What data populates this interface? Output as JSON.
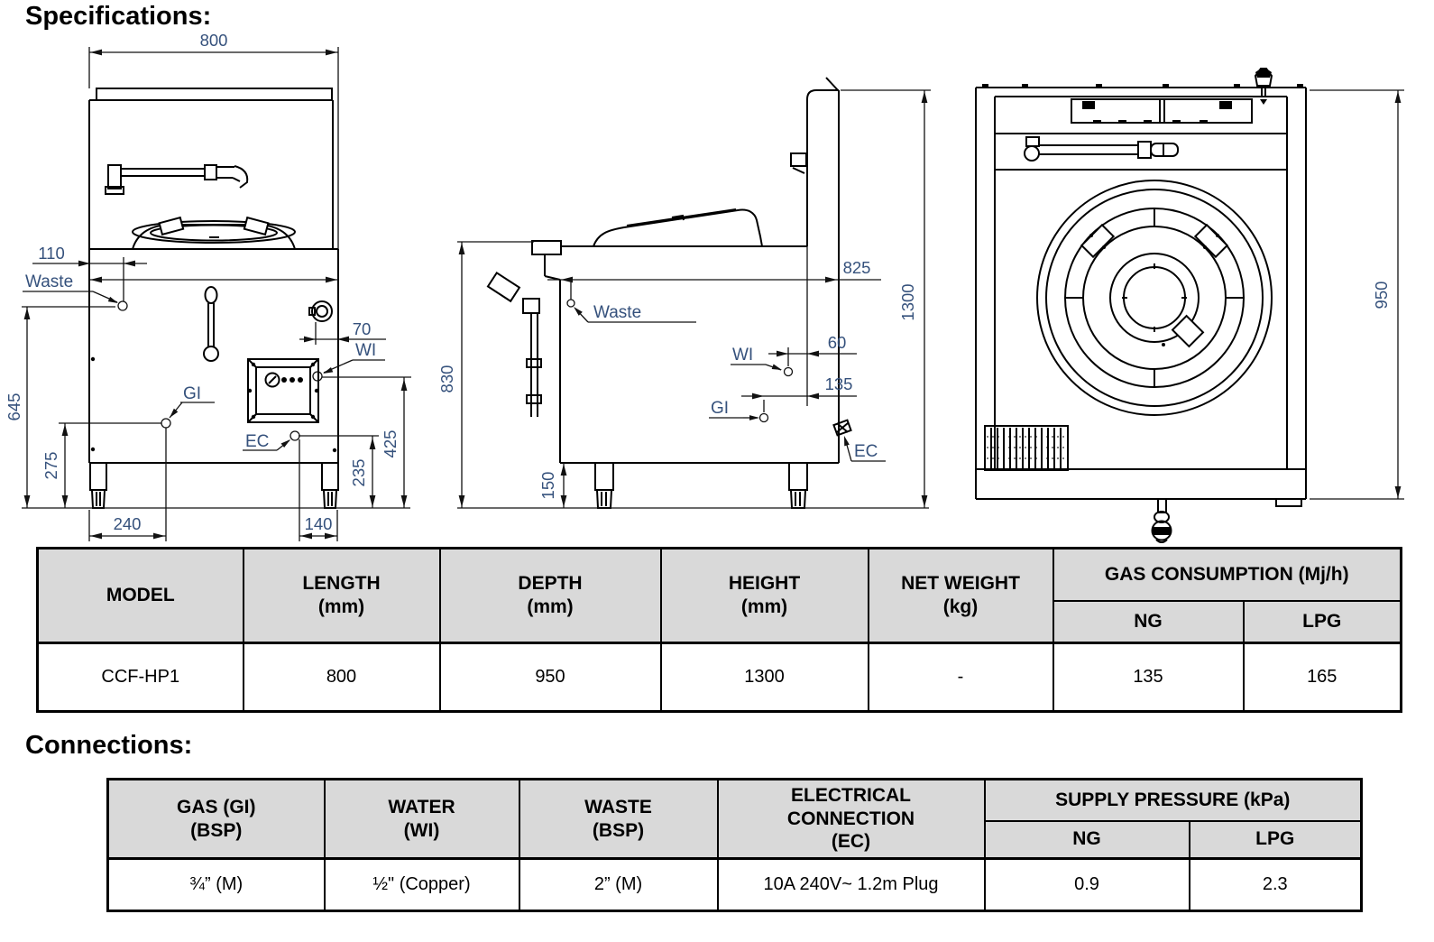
{
  "page": {
    "spec_heading": "Specifications:",
    "conn_heading": "Connections:"
  },
  "drawings": {
    "front": {
      "dims": {
        "width": "800",
        "waste_offset": "110",
        "overall_height": "645",
        "lower_height": "275",
        "leg_left": "240",
        "leg_right": "140",
        "knob_offset": "70",
        "wi_height": "425",
        "ec_height": "235"
      },
      "labels": {
        "waste": "Waste",
        "gi": "GI",
        "wi": "WI",
        "ec": "EC"
      }
    },
    "side": {
      "dims": {
        "depth_body": "825",
        "total_height": "1300",
        "body_height": "830",
        "leg_height": "150",
        "wi_offset": "60",
        "gi_offset": "135"
      },
      "labels": {
        "waste": "Waste",
        "wi": "WI",
        "gi": "GI",
        "ec": "EC"
      }
    },
    "top": {
      "dims": {
        "depth": "950"
      }
    }
  },
  "spec_table": {
    "headers": {
      "model": "MODEL",
      "length": "LENGTH\n(mm)",
      "depth": "DEPTH\n(mm)",
      "height": "HEIGHT\n(mm)",
      "weight": "NET WEIGHT\n(kg)",
      "gas": "GAS CONSUMPTION (Mj/h)",
      "ng": "NG",
      "lpg": "LPG"
    },
    "row": {
      "model": "CCF-HP1",
      "length": "800",
      "depth": "950",
      "height": "1300",
      "weight": "-",
      "ng": "135",
      "lpg": "165"
    }
  },
  "conn_table": {
    "headers": {
      "gas": "GAS (GI)\n(BSP)",
      "water": "WATER\n(WI)",
      "waste": "WASTE\n(BSP)",
      "electrical": "ELECTRICAL\nCONNECTION\n(EC)",
      "supply": "SUPPLY PRESSURE (kPa)",
      "ng": "NG",
      "lpg": "LPG"
    },
    "row": {
      "gas": "¾” (M)",
      "water": "½\" (Copper)",
      "waste": "2” (M)",
      "electrical": "10A 240V~ 1.2m Plug",
      "ng": "0.9",
      "lpg": "2.3"
    }
  },
  "colors": {
    "line": "#000000",
    "dim_text": "#35517c",
    "header_bg": "#d9d9d9"
  }
}
